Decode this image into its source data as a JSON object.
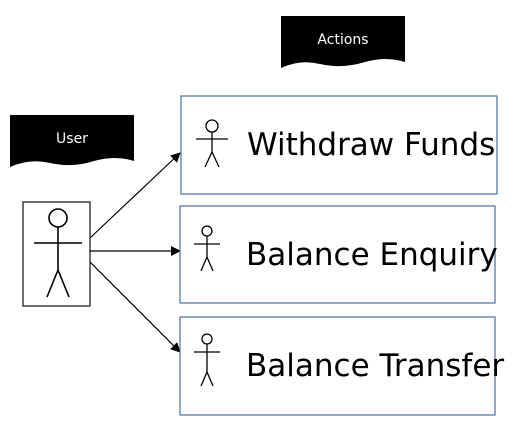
{
  "tags": {
    "actions": "Actions",
    "user": "User"
  },
  "actions": [
    {
      "label": "Withdraw Funds"
    },
    {
      "label": "Balance Enquiry"
    },
    {
      "label": "Balance Transfer"
    }
  ],
  "colors": {
    "box_border": "#4a6fa5",
    "actor_box_border": "#222222",
    "tag_fill": "#000000",
    "tag_text": "#ffffff",
    "stroke": "#000000"
  }
}
